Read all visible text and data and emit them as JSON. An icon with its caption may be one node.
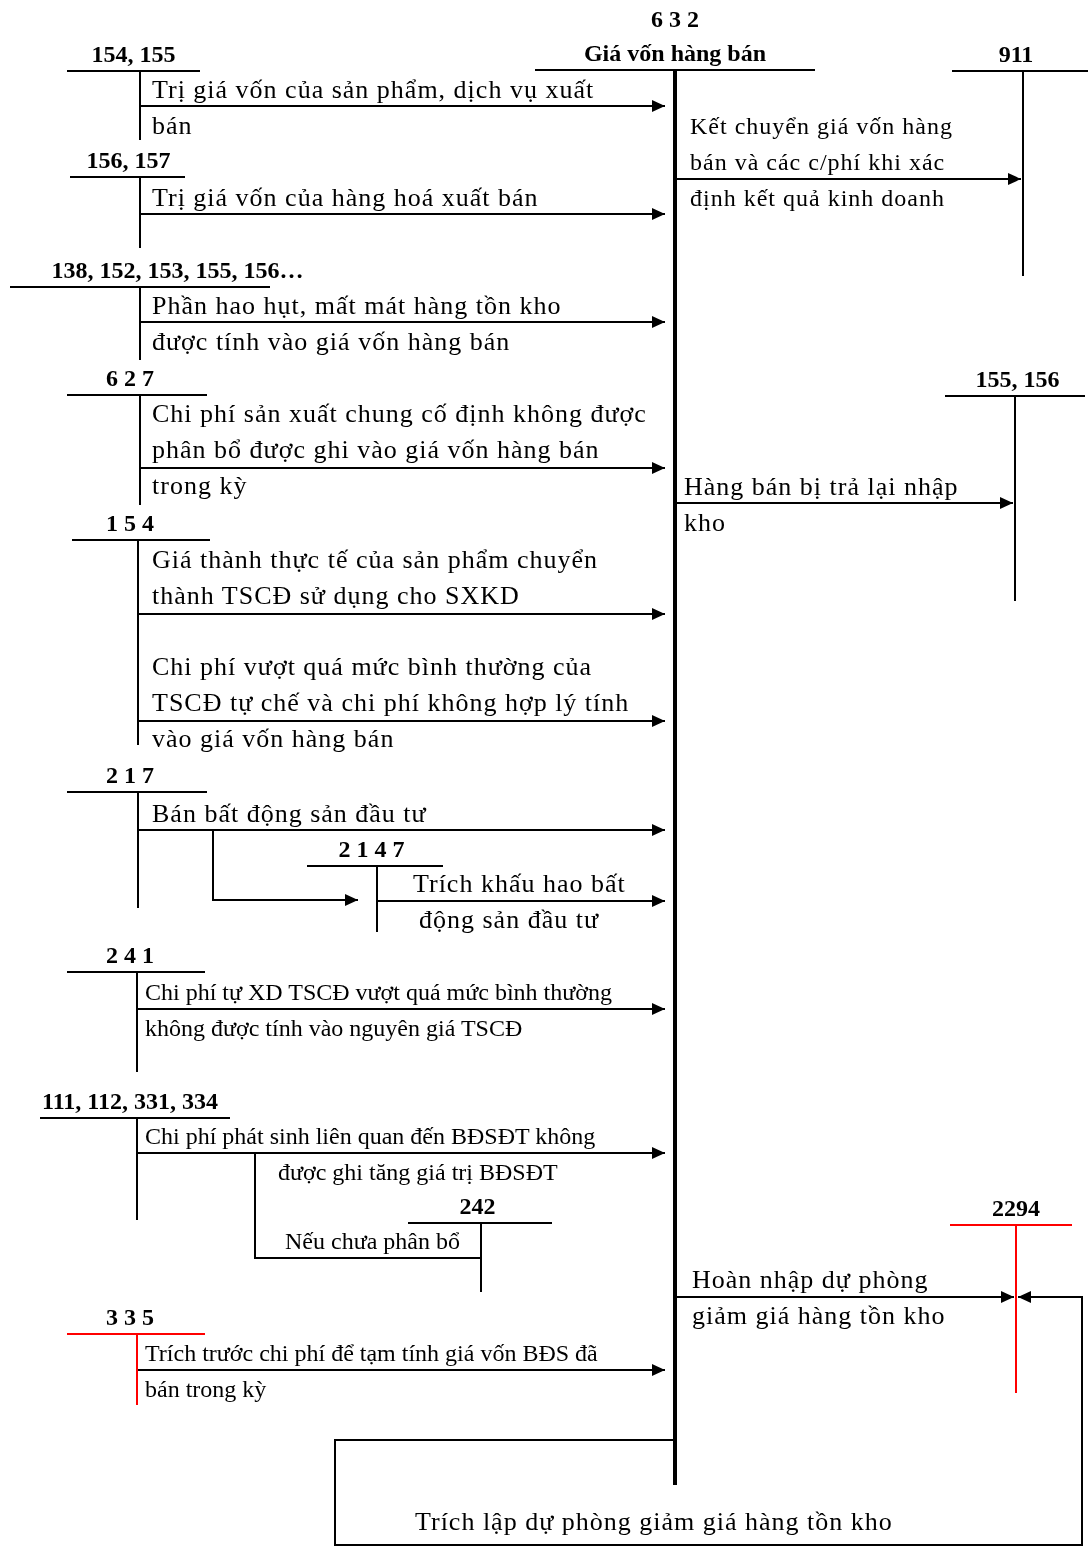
{
  "diagram": {
    "nodes": [
      {
        "text": [
          "6 3 2",
          "Giá vốn hàng bán"
        ]
      },
      {
        "text": [
          "154, 155"
        ]
      },
      {
        "text": [
          "156, 157"
        ]
      },
      {
        "text": [
          "138, 152, 153, 155, 156…"
        ]
      },
      {
        "text": [
          "6 2 7"
        ]
      },
      {
        "text": [
          "1 5 4"
        ]
      },
      {
        "text": [
          "2 1 7"
        ]
      },
      {
        "text": [
          "2 1 4 7"
        ]
      },
      {
        "text": [
          "2 4 1"
        ]
      },
      {
        "text": [
          "111, 112, 331, 334"
        ]
      },
      {
        "text": [
          "242"
        ]
      },
      {
        "text": [
          "3 3 5"
        ]
      },
      {
        "text": [
          "911"
        ]
      },
      {
        "text": [
          "155, 156"
        ]
      },
      {
        "text": [
          "2294"
        ]
      }
    ],
    "edges": [
      {
        "from": 1,
        "to": 0,
        "arrow": "to",
        "label": "Trị giá vốn của sản phẩm, dịch vụ xuất bán"
      },
      {
        "from": 2,
        "to": 0,
        "arrow": "to",
        "label": "Trị giá vốn của hàng hoá xuất bán"
      },
      {
        "from": 3,
        "to": 0,
        "arrow": "to",
        "label": "Phần hao hụt, mất mát hàng tồn kho được tính vào giá vốn hàng bán"
      },
      {
        "from": 4,
        "to": 0,
        "arrow": "to",
        "label": "Chi phí sản xuất chung cố định không được phân bổ được ghi vào giá vốn hàng bán trong kỳ"
      },
      {
        "from": 5,
        "to": 0,
        "arrow": "to",
        "label": "Giá thành thực tế của sản phẩm chuyển thành TSCĐ sử dụng cho SXKD"
      },
      {
        "from": 5,
        "to": 0,
        "arrow": "to",
        "label": "Chi phí vượt quá mức bình thường của TSCĐ tự chế và chi phí không hợp lý tính vào giá vốn hàng bán"
      },
      {
        "from": 6,
        "to": 0,
        "arrow": "to",
        "label": "Bán bất động sản đầu tư"
      },
      {
        "from": 6,
        "to": 7,
        "arrow": "to"
      },
      {
        "from": 7,
        "to": 0,
        "arrow": "to",
        "label": "Trích khấu hao bất động sản đầu tư"
      },
      {
        "from": 8,
        "to": 0,
        "arrow": "to",
        "label": "Chi phí tự XD TSCĐ vượt quá mức bình thường không được tính vào nguyên giá TSCĐ"
      },
      {
        "from": 9,
        "to": 0,
        "arrow": "to",
        "label": "Chi phí phát sinh liên quan đến BĐSĐT không được ghi tăng giá trị BĐSĐT"
      },
      {
        "from": 9,
        "to": 10,
        "arrow": "none",
        "label": "Nếu chưa phân bổ"
      },
      {
        "from": 11,
        "to": 0,
        "arrow": "to",
        "label": "Trích trước chi phí để tạm tính giá vốn BĐS đã bán trong kỳ"
      },
      {
        "from": 0,
        "to": 12,
        "arrow": "to",
        "label": "Kết chuyển giá vốn hàng bán và các c/phí khi xác định kết quả kinh doanh"
      },
      {
        "from": 0,
        "to": 13,
        "arrow": "to",
        "label": "Hàng bán bị trả lại nhập kho"
      },
      {
        "from": 0,
        "to": 14,
        "arrow": "to",
        "label": "Hoàn nhập dự phòng giảm giá hàng tồn kho"
      },
      {
        "from": 0,
        "to": 14,
        "arrow": "to",
        "label": "Trích lập dự phòng giảm giá hàng tồn kho"
      }
    ]
  }
}
